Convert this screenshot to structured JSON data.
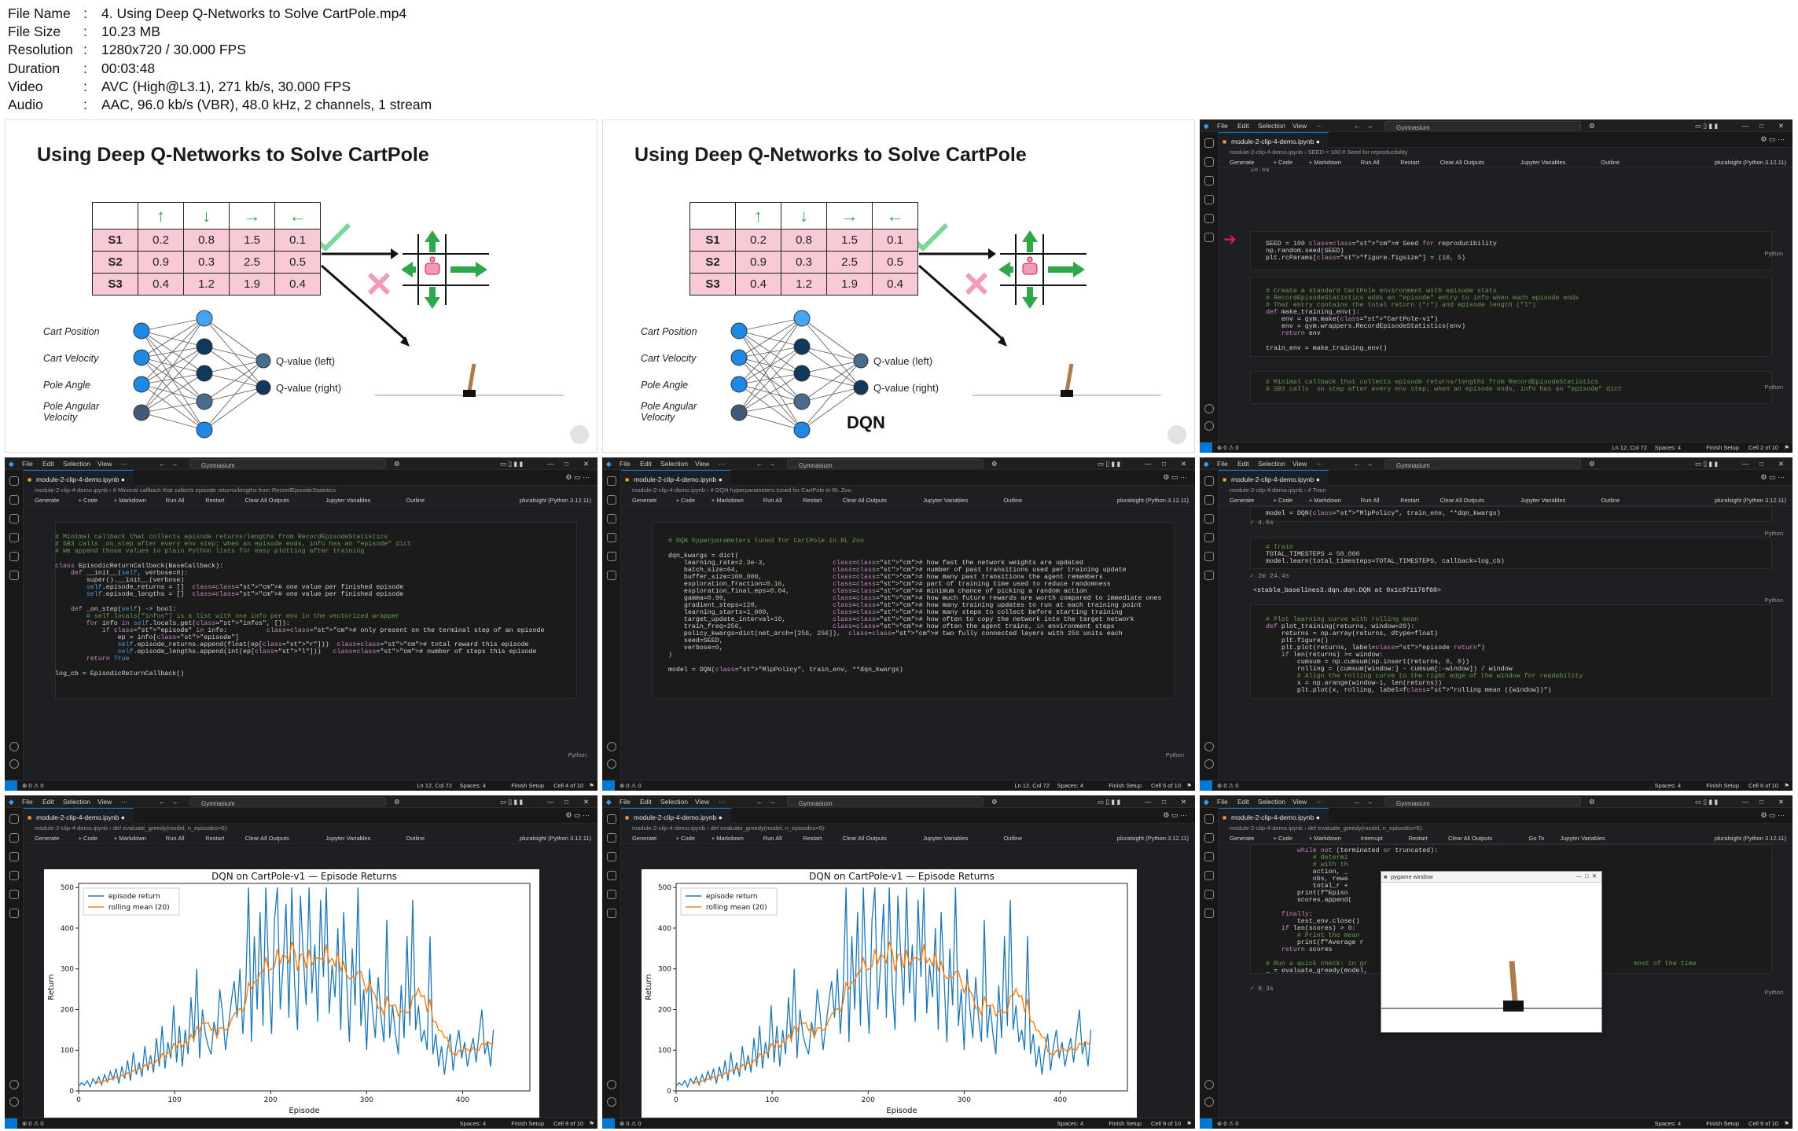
{
  "file_info": [
    {
      "key": "File Name",
      "value": "4. Using Deep Q-Networks to Solve CartPole.mp4"
    },
    {
      "key": "File Size",
      "value": "10.23 MB"
    },
    {
      "key": "Resolution",
      "value": "1280x720 / 30.000 FPS"
    },
    {
      "key": "Duration",
      "value": "00:03:48"
    },
    {
      "key": "Video",
      "value": "AVC (High@L3.1), 271 kb/s, 30.000 FPS"
    },
    {
      "key": "Audio",
      "value": "AAC, 96.0 kb/s (VBR), 48.0 kHz, 2 channels, 1 stream"
    }
  ],
  "slide": {
    "title": "Using Deep Q-Networks to Solve CartPole",
    "qtable_states": [
      "S1",
      "S2",
      "S3"
    ],
    "qtable_values": [
      [
        "0.2",
        "0.8",
        "1.5",
        "0.1"
      ],
      [
        "0.9",
        "0.3",
        "2.5",
        "0.5"
      ],
      [
        "0.4",
        "1.2",
        "1.9",
        "0.4"
      ]
    ],
    "inputs": [
      "Cart Position",
      "Cart Velocity",
      "Pole Angle",
      "Pole Angular\nVelocity"
    ],
    "outputs": [
      "Q-value (left)",
      "Q-value (right)"
    ],
    "dqn_label": "DQN"
  },
  "vscode": {
    "menu": [
      "File",
      "Edit",
      "Selection",
      "View"
    ],
    "search": "Gymnasium",
    "tab": "module-2-clip-4-demo.ipynb",
    "kernel": "pluralsight (Python 3.12.11)",
    "toolbar": [
      "Generate",
      "+ Code",
      "+ Markdown",
      "Run All",
      "Restart",
      "Clear All Outputs",
      "Jupyter Variables",
      "Outline"
    ],
    "toolbar_run": [
      "Generate",
      "+ Code",
      "+ Markdown",
      "Interrupt",
      "Restart",
      "Clear All Outputs",
      "Go To",
      "Jupyter Variables"
    ],
    "finish_setup": "Finish Setup",
    "spaces": "Spaces: 4",
    "lang": "Python"
  },
  "panels": {
    "p1": {
      "crumb": "SEED = 100 # Seed for reproducibility",
      "time": "10.0s",
      "status_pos": "Ln 12, Col 72",
      "cell": "Cell 2 of 10"
    },
    "p2": {
      "crumb": "# Minimal callback that collects episode returns/lengths from RecordEpisodeStatistics",
      "status_pos": "Ln 12, Col 72",
      "cell": "Cell 4 of 10"
    },
    "p3": {
      "crumb": "# DQN hyperparameters tuned for CartPole in RL Zoo",
      "status_pos": "Ln 12, Col 72",
      "cell": "Cell 5 of 10"
    },
    "p4": {
      "crumb": "# Train",
      "time1": "4.6s",
      "time2": "2m 24.4s",
      "output": "<stable_baselines3.dqn.dqn.DQN at 0x1c971176f60>",
      "cell": "Cell 6 of 10"
    },
    "p5": {
      "crumb": "def evaluate_greedy(model, n_episodes=5):",
      "cell": "Cell 9 of 10"
    },
    "p6": {
      "crumb": "def evaluate_greedy(model, n_episodes=5):",
      "cell": "Cell 9 of 10"
    },
    "p7": {
      "crumb": "def evaluate_greedy(model, n_episodes=5):",
      "pygame": "pygame window",
      "time": "9.3s",
      "cell": "Cell 9 of 10",
      "tail": "most of the time"
    }
  },
  "chart_data": {
    "type": "line",
    "title": "DQN on CartPole-v1 — Episode Returns",
    "xlabel": "Episode",
    "ylabel": "Return",
    "xlim": [
      0,
      470
    ],
    "ylim": [
      0,
      510
    ],
    "xticks": [
      0,
      100,
      200,
      300,
      400
    ],
    "yticks": [
      0,
      100,
      200,
      300,
      400,
      500
    ],
    "legend_position": "top-left",
    "series": [
      {
        "name": "episode return",
        "color": "#1f77b4",
        "x_start": 0,
        "step": 3,
        "values": [
          12,
          20,
          14,
          25,
          10,
          30,
          18,
          35,
          15,
          40,
          22,
          48,
          28,
          55,
          18,
          60,
          30,
          75,
          25,
          95,
          40,
          70,
          35,
          110,
          50,
          88,
          45,
          130,
          60,
          160,
          55,
          120,
          80,
          210,
          70,
          160,
          60,
          150,
          90,
          230,
          120,
          300,
          80,
          200,
          140,
          110,
          90,
          170,
          130,
          250,
          190,
          100,
          160,
          220,
          270,
          180,
          300,
          140,
          250,
          500,
          120,
          380,
          200,
          440,
          160,
          500,
          280,
          140,
          420,
          500,
          200,
          310,
          460,
          180,
          500,
          260,
          150,
          480,
          330,
          210,
          500,
          240,
          360,
          170,
          470,
          280,
          500,
          190,
          310,
          230,
          400,
          150,
          440,
          280,
          120,
          350,
          210,
          500,
          160,
          250,
          100,
          300,
          200,
          130,
          280,
          180,
          120,
          420,
          130,
          210,
          140,
          90,
          260,
          130,
          380,
          160,
          470,
          150,
          210,
          120,
          150,
          100,
          380,
          90,
          140,
          60,
          110,
          40,
          100,
          140,
          50,
          110,
          150,
          80,
          120,
          60,
          100,
          130,
          70,
          140,
          200,
          90,
          120,
          60,
          150
        ]
      },
      {
        "name": "rolling mean (20)",
        "color": "#ff7f0e",
        "window": 20
      }
    ]
  }
}
